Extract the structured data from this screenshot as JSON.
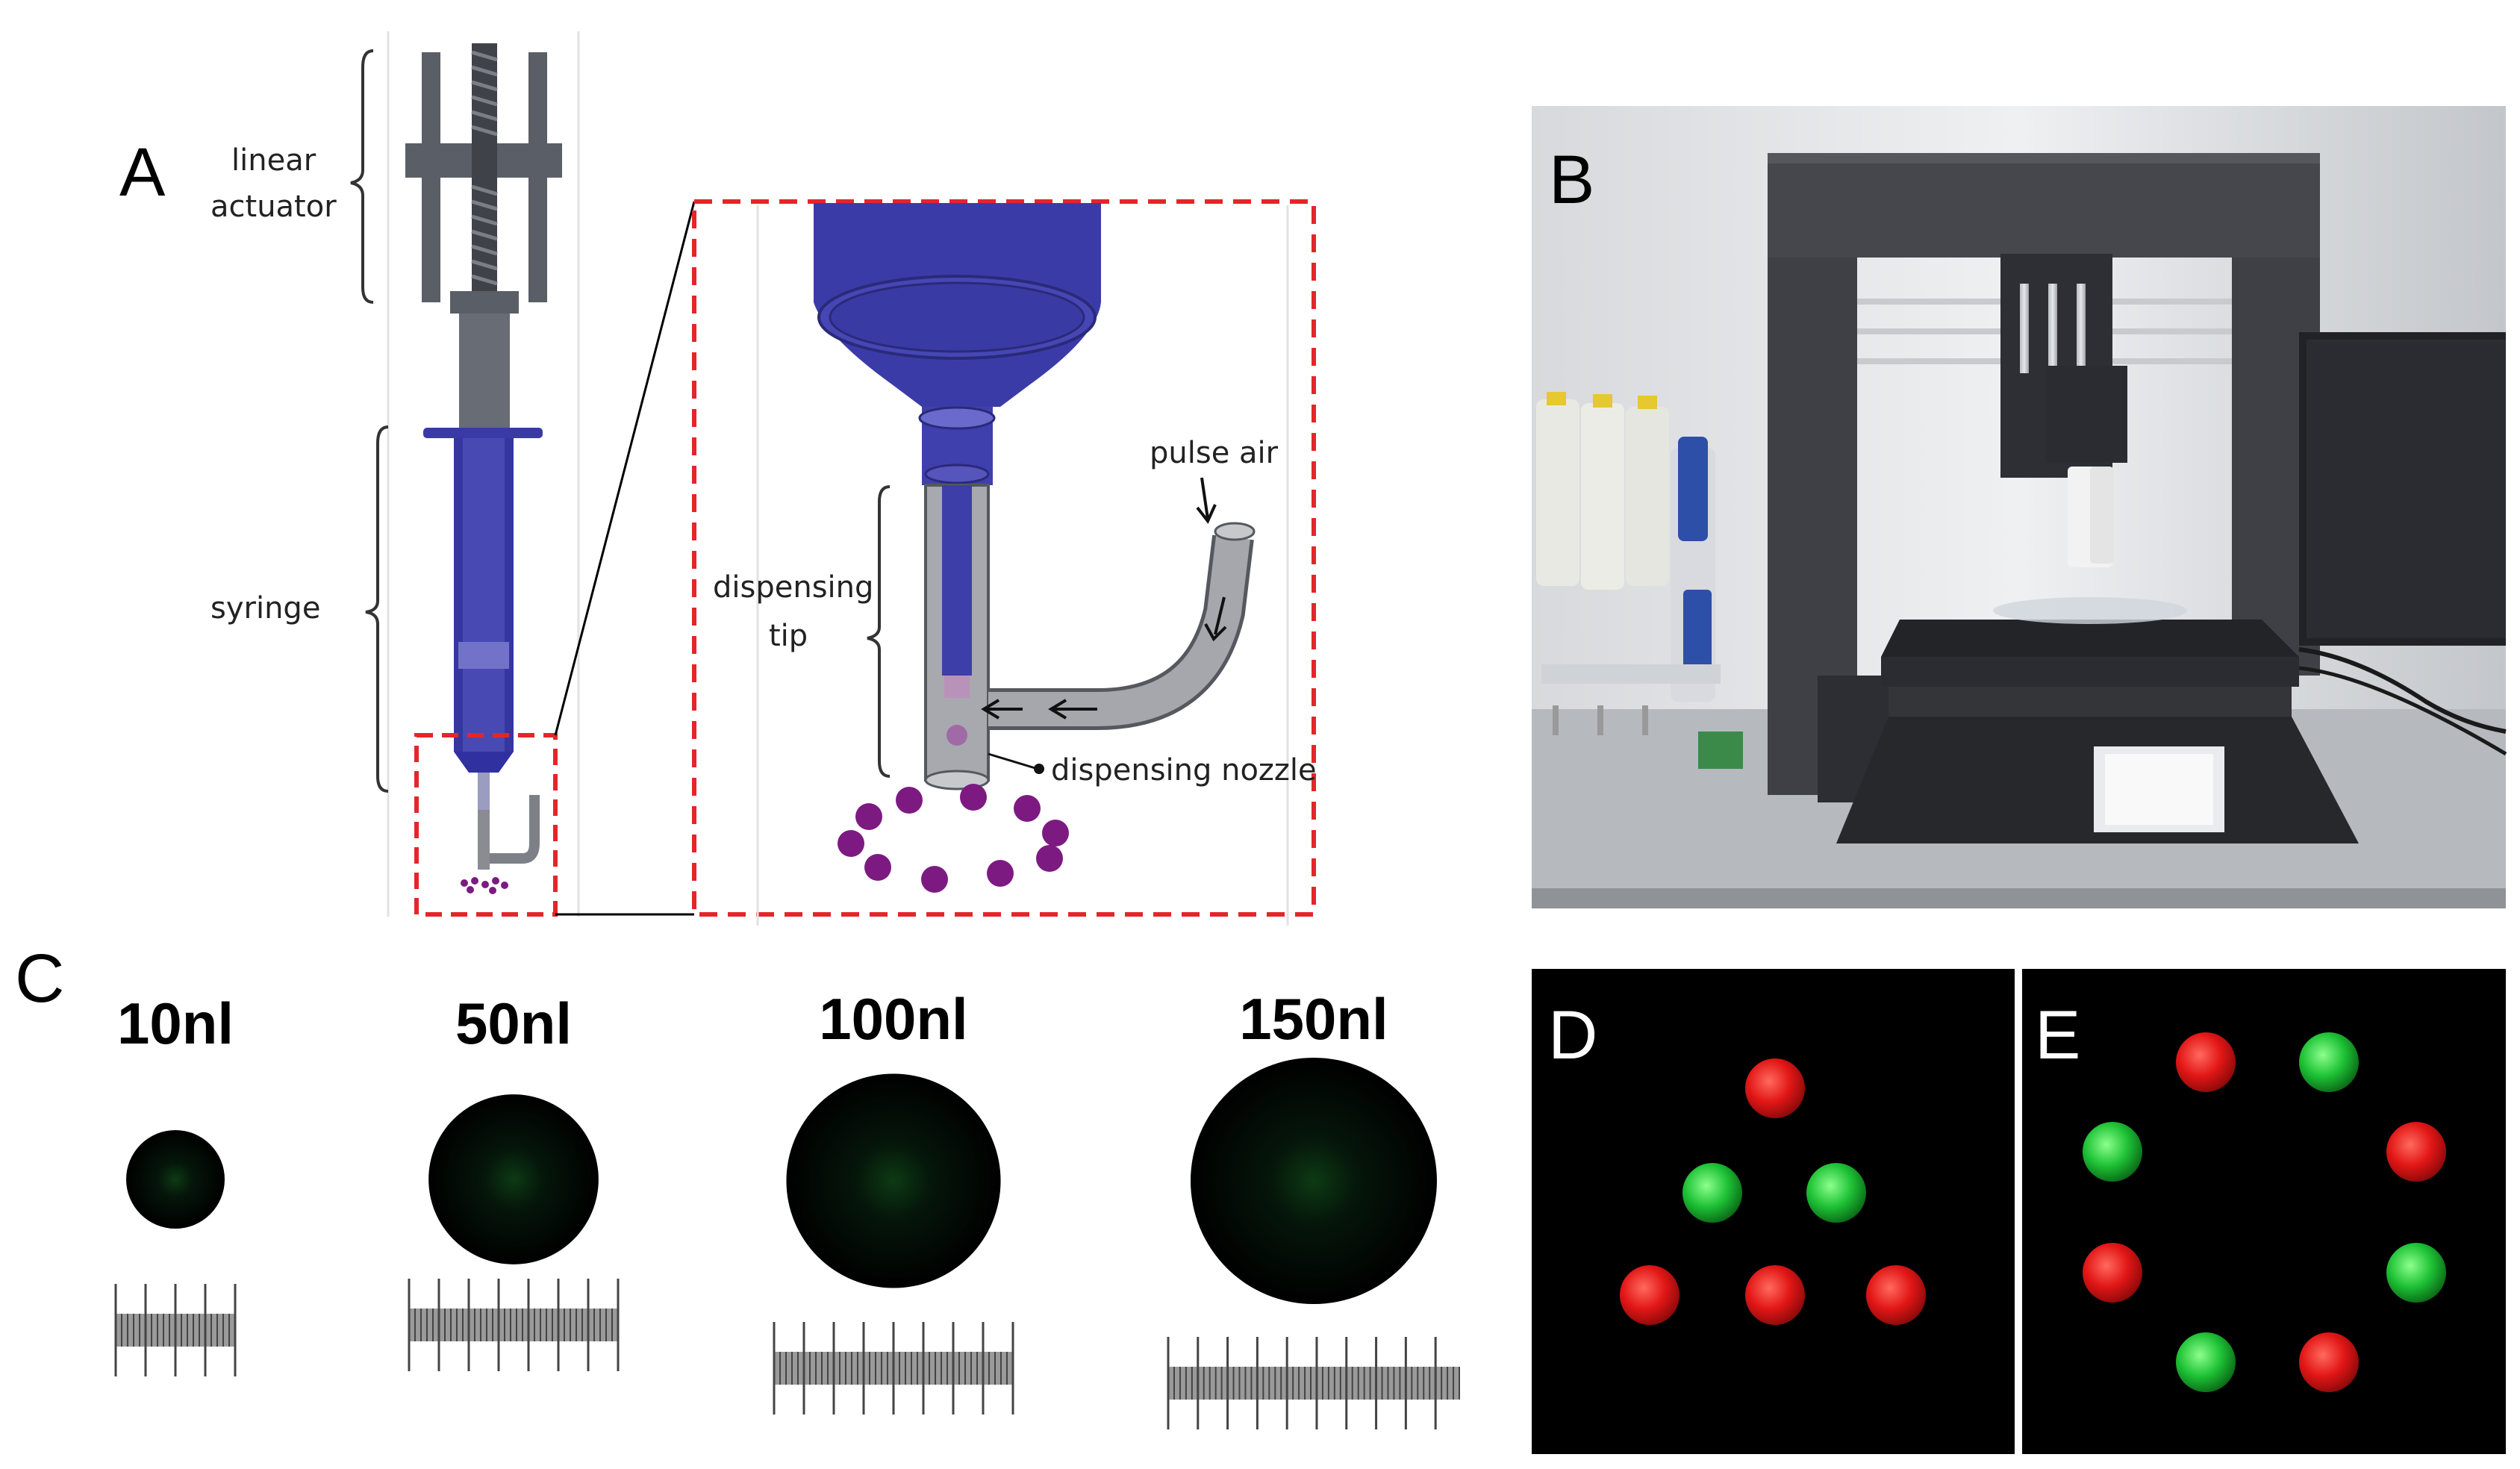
{
  "panels": {
    "a": {
      "letter": "A",
      "linear_actuator_line1": "linear",
      "linear_actuator_line2": "actuator",
      "syringe": "syringe",
      "pulse_air": "pulse air",
      "dispensing_tip_line1": "dispensing",
      "dispensing_tip_line2": "tip",
      "dispensing_nozzle": "dispensing nozzle"
    },
    "b": {
      "letter": "B"
    },
    "c": {
      "letter": "C",
      "volumes": [
        {
          "label": "10nl",
          "droplet_relative_size": 0.4
        },
        {
          "label": "50nl",
          "droplet_relative_size": 0.69
        },
        {
          "label": "100nl",
          "droplet_relative_size": 0.87
        },
        {
          "label": "150nl",
          "droplet_relative_size": 1.0
        }
      ]
    },
    "d": {
      "letter": "D",
      "droplet_colors": [
        "red",
        "green",
        "green",
        "red",
        "red",
        "red"
      ]
    },
    "e": {
      "letter": "E",
      "droplet_colors": [
        "red",
        "green",
        "green",
        "red",
        "red",
        "green",
        "green",
        "red"
      ]
    }
  },
  "colors": {
    "syringe_blue": "#3a3aa6",
    "frame_gray": "#5a5e66",
    "zoom_box_red": "#e3262a",
    "droplet_purple": "#7d1a82",
    "fluor_red": "#e41a1a",
    "fluor_green": "#1fc23a"
  }
}
